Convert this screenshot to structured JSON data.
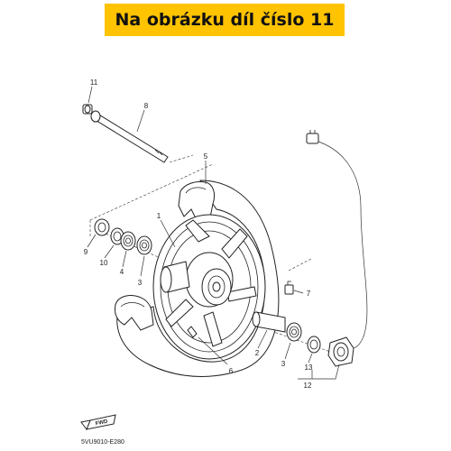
{
  "banner": {
    "text": "Na obrázku díl číslo 11",
    "color": "#ffc300"
  },
  "callouts": {
    "p11": "11",
    "p8": "8",
    "p5": "5",
    "p1": "1",
    "p9": "9",
    "p10": "10",
    "p4": "4",
    "p3a": "3",
    "p7": "7",
    "p2": "2",
    "p3b": "3",
    "p6": "6",
    "p13": "13",
    "p12": "12"
  },
  "fwd_badge": "FWD",
  "diagram_code": "5VU9010-E280"
}
